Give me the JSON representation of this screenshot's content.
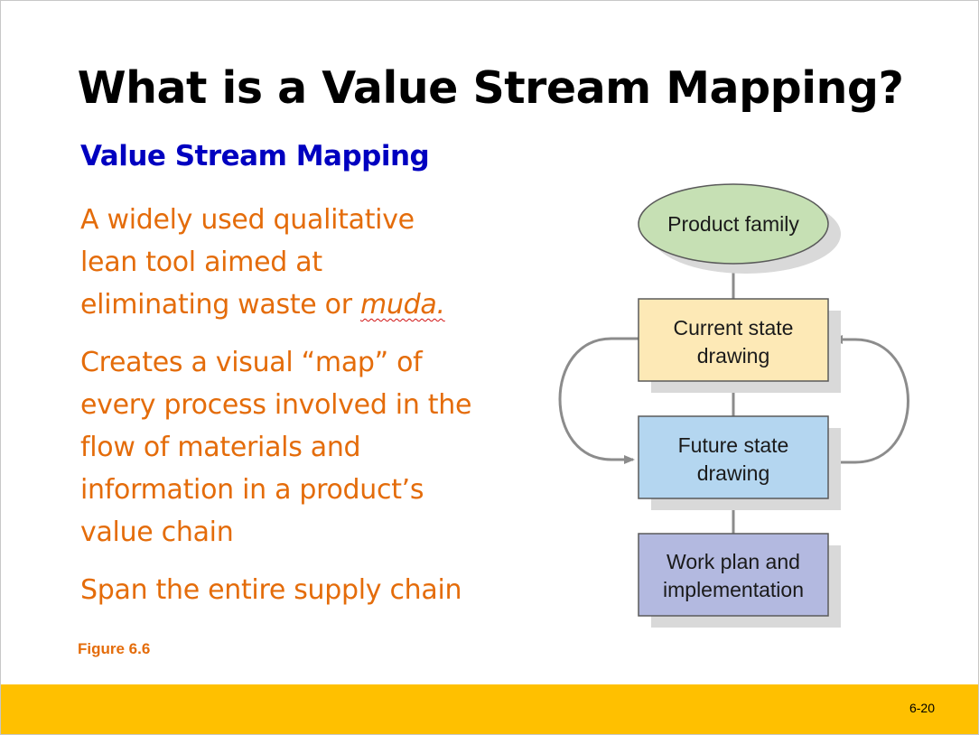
{
  "slide": {
    "title": "What is a Value Stream Mapping?",
    "subtitle": "Value Stream Mapping",
    "paragraph1": {
      "line1": "A widely used qualitative",
      "line2": "lean tool aimed at",
      "line3_prefix": "eliminating waste or ",
      "line3_italic": "muda."
    },
    "paragraph2": {
      "lines": [
        "Creates a visual “map” of",
        "every process involved in the",
        "flow of materials and",
        "information in a product’s",
        "value chain"
      ]
    },
    "paragraph3": "Span the entire supply chain",
    "figure_label": "Figure 6.6",
    "page_number": "6-20"
  },
  "diagram": {
    "nodes": [
      {
        "id": "product-family",
        "shape": "ellipse",
        "lines": [
          "Product family"
        ],
        "fill": "#c6e0b4"
      },
      {
        "id": "current-state",
        "shape": "rect",
        "lines": [
          "Current state",
          "drawing"
        ],
        "fill": "#fde9b6"
      },
      {
        "id": "future-state",
        "shape": "rect",
        "lines": [
          "Future state",
          "drawing"
        ],
        "fill": "#b4d6f0"
      },
      {
        "id": "work-plan",
        "shape": "rect",
        "lines": [
          "Work plan and",
          "implementation"
        ],
        "fill": "#b3b9e0"
      }
    ],
    "edges": [
      {
        "from": "product-family",
        "to": "current-state",
        "type": "line"
      },
      {
        "from": "current-state",
        "to": "future-state",
        "type": "line"
      },
      {
        "from": "future-state",
        "to": "work-plan",
        "type": "line"
      },
      {
        "from": "current-state",
        "to": "future-state",
        "type": "loop-arrow",
        "side": "left"
      },
      {
        "from": "future-state",
        "to": "current-state",
        "type": "loop-arrow",
        "side": "right"
      }
    ]
  },
  "colors": {
    "title": "#000000",
    "subtitle": "#0000c0",
    "body_text": "#e46c0a",
    "footer_bar": "#ffc000",
    "connector": "#8c8c8c"
  }
}
